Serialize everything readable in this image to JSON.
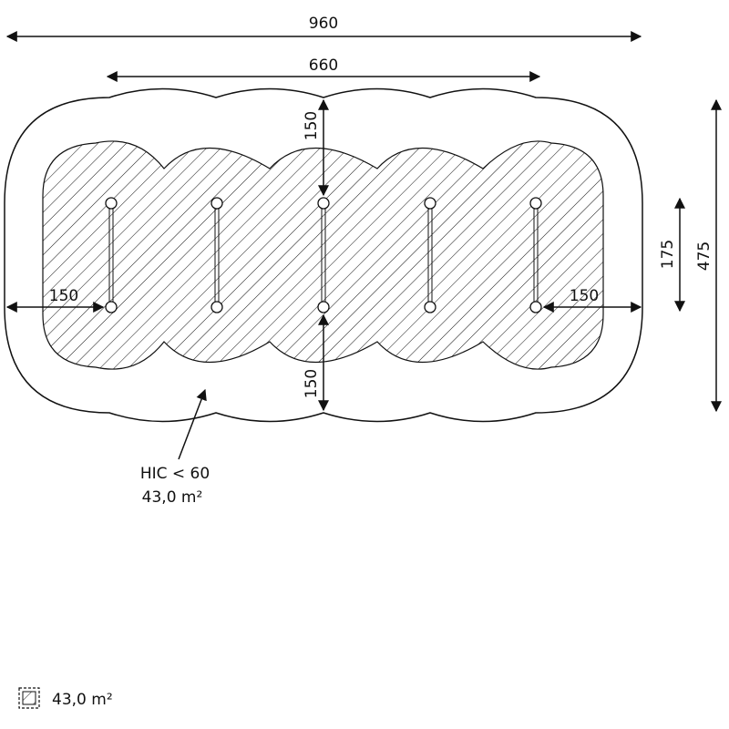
{
  "diagram": {
    "dimensions": {
      "overall_width": "960",
      "inner_width": "660",
      "top_margin": "150",
      "bottom_margin": "150",
      "left_margin": "150",
      "right_margin": "150",
      "inner_height": "175",
      "overall_height": "475"
    },
    "callout": {
      "hic": "HIC < 60",
      "area": "43,0 m²"
    },
    "legend": {
      "area": "43,0 m²"
    },
    "post_pairs": 5
  }
}
